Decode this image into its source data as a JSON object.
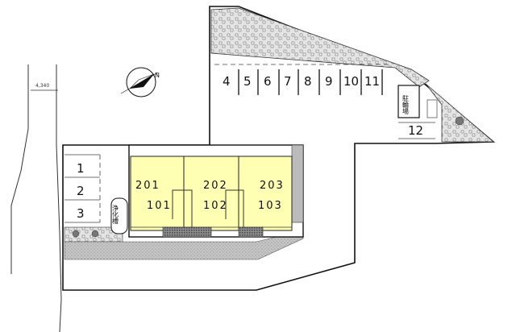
{
  "dimension": {
    "road_width": "4,340"
  },
  "compass": {
    "label": "N"
  },
  "parking": {
    "left_column": [
      "1",
      "2",
      "3"
    ],
    "top_row": [
      "4",
      "5",
      "6",
      "7",
      "8",
      "9",
      "10",
      "11"
    ],
    "bottom_right": "12"
  },
  "bicycle_parking": {
    "label": "駐輪場"
  },
  "septic_tank": {
    "label": "浄化槽"
  },
  "units": {
    "upper": [
      "201",
      "202",
      "203"
    ],
    "lower": [
      "101",
      "102",
      "103"
    ]
  },
  "colors": {
    "building": "#ffffb4",
    "paving": "#c8c8c8",
    "gravel": "#e6e6e6",
    "outline": "#111111"
  }
}
